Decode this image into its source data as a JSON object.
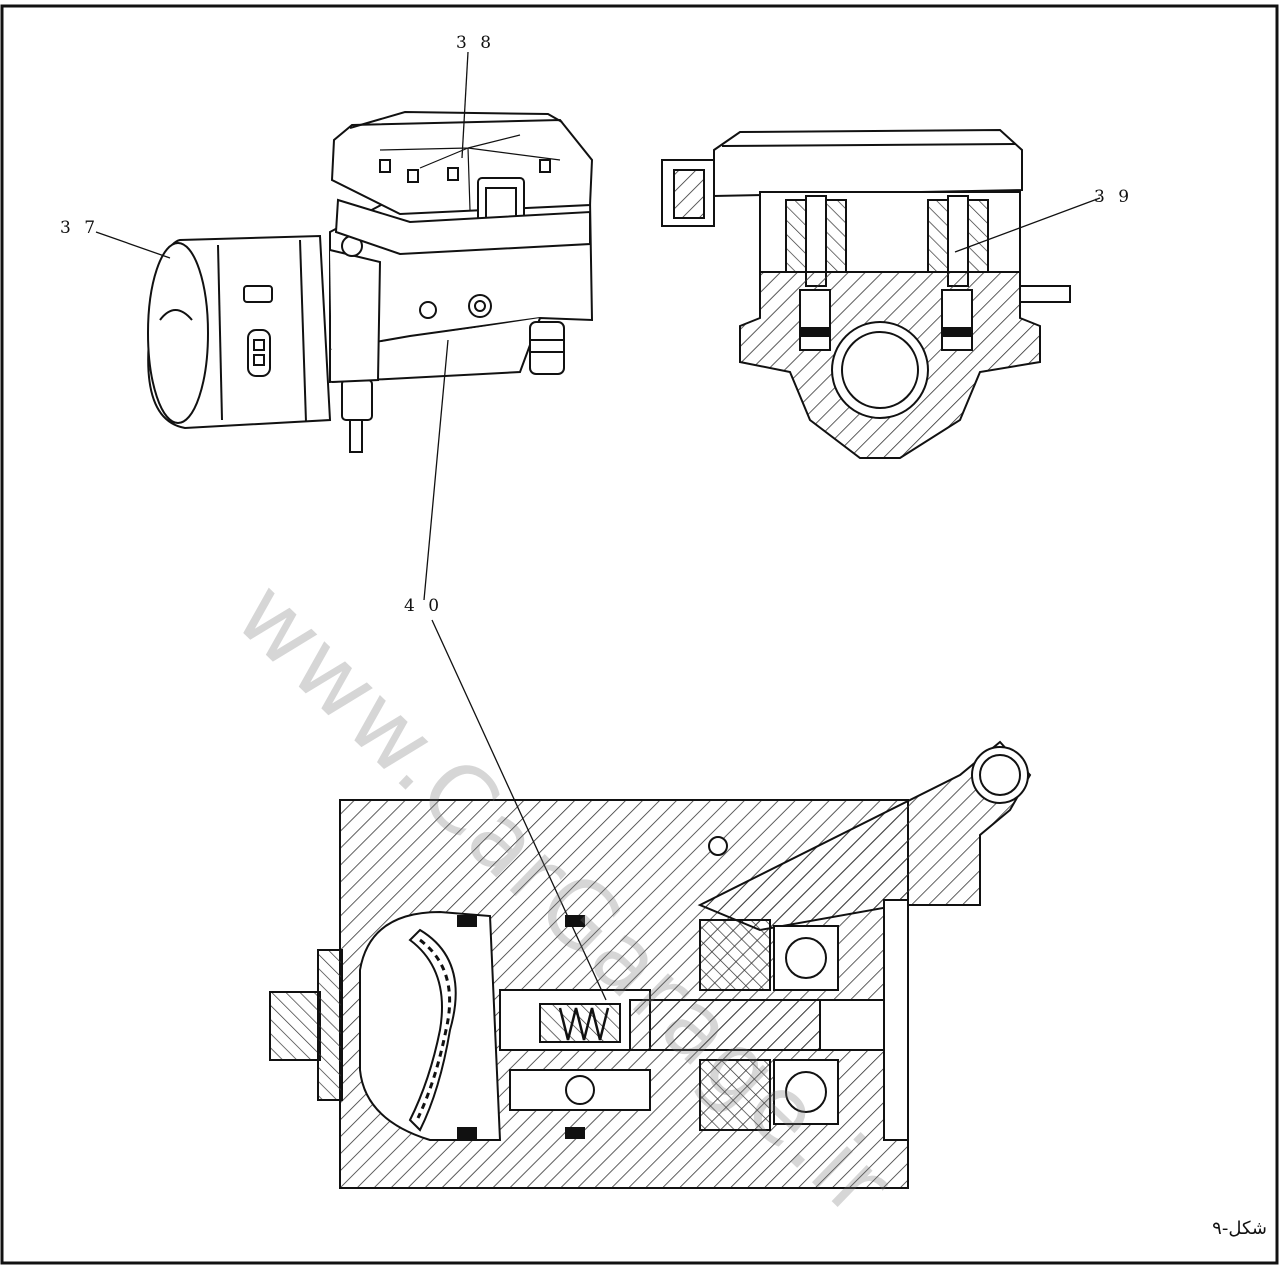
{
  "callouts": {
    "c37": "3 7",
    "c38": "3 8",
    "c39": "3 9",
    "c40": "4 0"
  },
  "caption": "شکل-۹",
  "watermark": "www.CarGarage.ir",
  "colors": {
    "ink": "#111111",
    "paper": "#ffffff",
    "hatch": "#333333"
  }
}
